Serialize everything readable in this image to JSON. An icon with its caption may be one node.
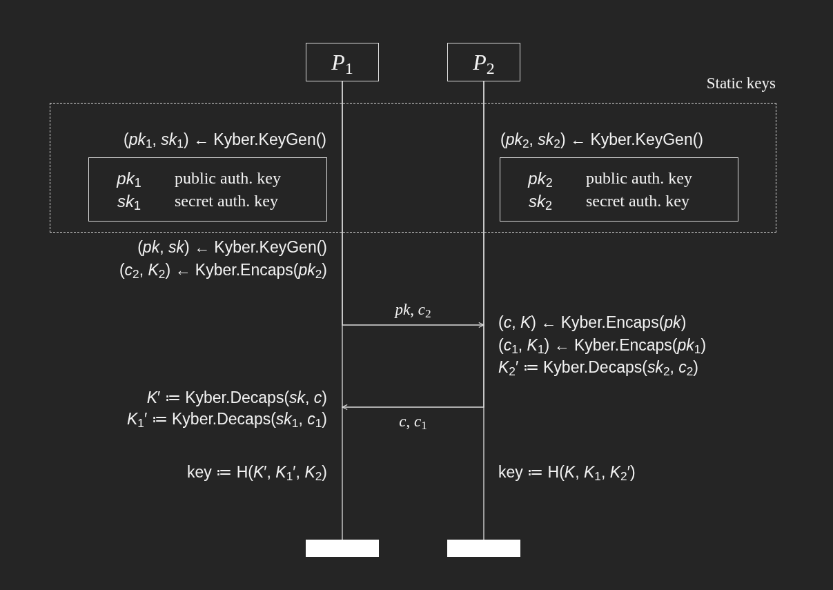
{
  "diagram": {
    "nodes": [
      {
        "text": [
          "*P*$_{1}$"
        ]
      },
      {
        "text": [
          "*P*$_{2}$"
        ]
      },
      {
        "text": [
          "Static keys"
        ]
      },
      {
        "text": [
          "(*pk*$_{1}$, *sk*$_{1}$) ← Kyber.KeyGen()",
          "*pk*$_{1}$",
          "public auth. key",
          "*sk*$_{1}$",
          "secret auth. key"
        ],
        "in": 2
      },
      {
        "text": [
          "(*pk*$_{2}$, *sk*$_{2}$) ← Kyber.KeyGen()",
          "*pk*$_{2}$",
          "public auth. key",
          "*sk*$_{2}$",
          "secret auth. key"
        ],
        "in": 2
      },
      {
        "text": [],
        "shape": "bar"
      },
      {
        "text": [],
        "shape": "bar"
      }
    ],
    "edges": [
      {
        "from": 0,
        "to": 5,
        "arrow": "none"
      },
      {
        "from": 1,
        "to": 6,
        "arrow": "none"
      },
      {
        "from": 0,
        "to": null,
        "arrow": "to",
        "label": "*pk*, *c*$_{2}$"
      },
      {
        "from": 1,
        "to": null,
        "arrow": "to",
        "label": "*c*, *c*$_{1}$"
      }
    ],
    "labels": [
      "(*pk*, *sk*) ← Kyber.KeyGen()",
      "(*c*$_{2}$, *K*$_{2}$) ← Kyber.Encaps(*pk*$_{2}$)",
      "(*c*, *K*) ← Kyber.Encaps(*pk*)",
      "(*c*$_{1}$, *K*$_{1}$) ← Kyber.Encaps(*pk*$_{1}$)",
      "*K*$_{2}$′ ≔ Kyber.Decaps(*sk*$_{2}$, *c*$_{2}$)",
      "*K*′ ≔ Kyber.Decaps(*sk*, *c*)",
      "*K*$_{1}$′ ≔ Kyber.Decaps(*sk*$_{1}$, *c*$_{1}$)",
      "key ≔ H(*K*′, *K*$_{1}$′, *K*$_{2}$)",
      "key ≔ H(*K*, *K*$_{1}$, *K*$_{2}$′)"
    ]
  }
}
